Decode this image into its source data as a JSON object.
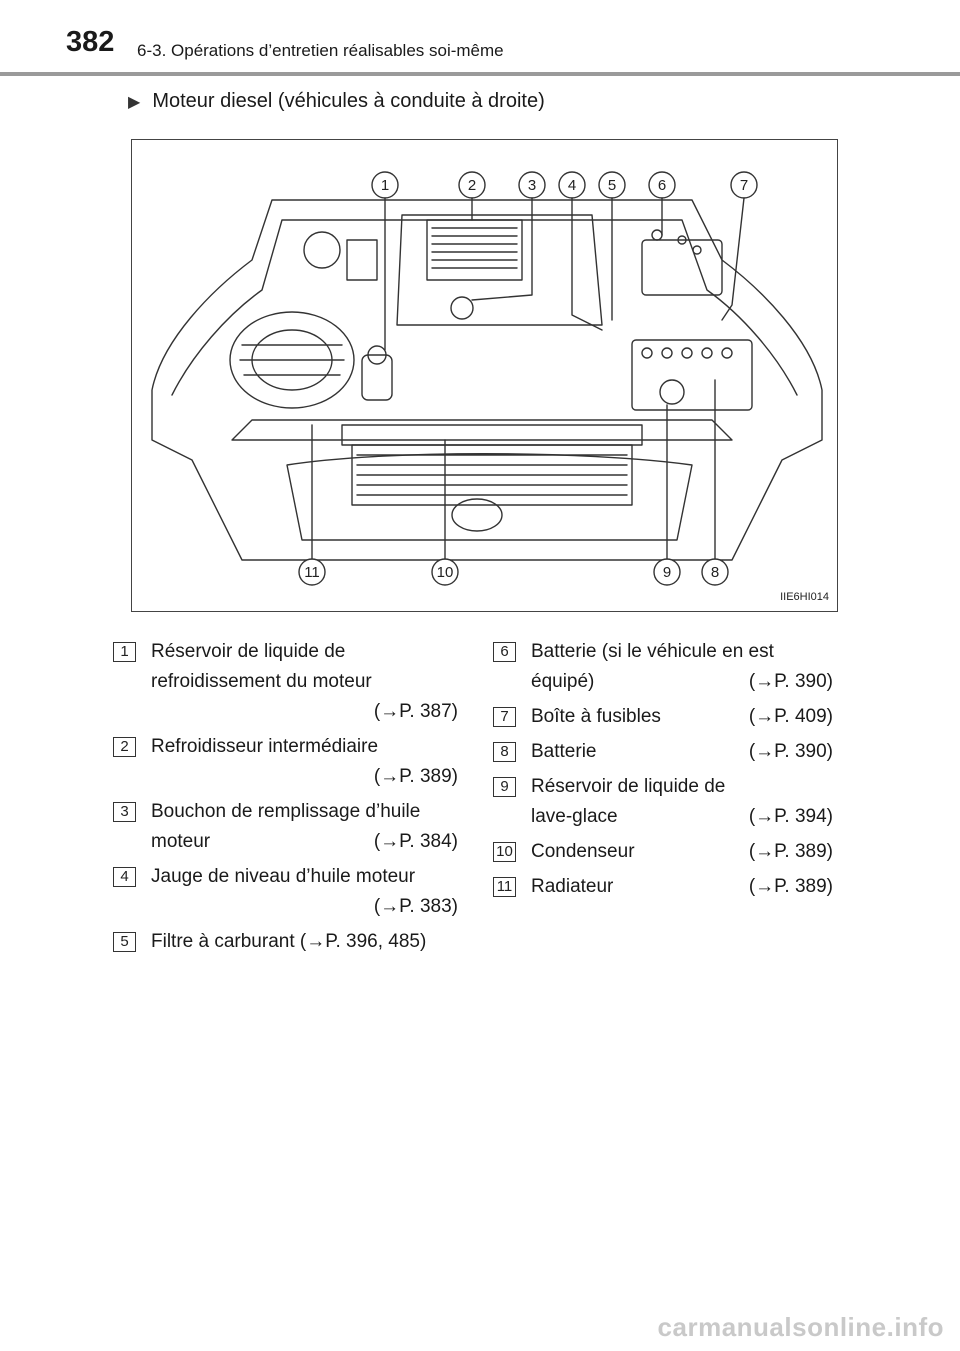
{
  "header": {
    "page_number": "382",
    "section_title": "6-3. Opérations d’entretien réalisables soi-même"
  },
  "subsection": {
    "marker_icon": "triangle-right-icon",
    "title": "Moteur diesel (véhicules à conduite à droite)"
  },
  "figure": {
    "callouts_top": [
      "1",
      "2",
      "3",
      "4",
      "5",
      "6",
      "7"
    ],
    "callouts_bottom": [
      "11",
      "10",
      "9",
      "8"
    ],
    "code": "IIE6HI014"
  },
  "items_left": [
    {
      "num": "1",
      "line1": "Réservoir de liquide de",
      "line2": "refroidissement du moteur",
      "ref": "(→P. 387)"
    },
    {
      "num": "2",
      "line1": "Refroidisseur intermédiaire",
      "ref": "(→P. 389)"
    },
    {
      "num": "3",
      "line1": "Bouchon de remplissage d’huile",
      "line2": "moteur",
      "ref": "(→P. 384)"
    },
    {
      "num": "4",
      "line1": "Jauge de niveau d’huile moteur",
      "ref": "(→P. 383)"
    },
    {
      "num": "5",
      "line1": "Filtre à carburant (→P. 396, 485)"
    }
  ],
  "items_right": [
    {
      "num": "6",
      "line1": "Batterie (si le véhicule en est",
      "line2": "équipé)",
      "ref": "(→P. 390)"
    },
    {
      "num": "7",
      "line1": "Boîte à fusibles",
      "ref": "(→P. 409)"
    },
    {
      "num": "8",
      "line1": "Batterie",
      "ref": "(→P. 390)"
    },
    {
      "num": "9",
      "line1": "Réservoir de liquide de",
      "line2": "lave-glace",
      "ref": "(→P. 394)"
    },
    {
      "num": "10",
      "line1": "Condenseur",
      "ref": "(→P. 389)"
    },
    {
      "num": "11",
      "line1": "Radiateur",
      "ref": "(→P. 389)"
    }
  ],
  "footer": {
    "watermark": "carmanualsonline.info"
  }
}
